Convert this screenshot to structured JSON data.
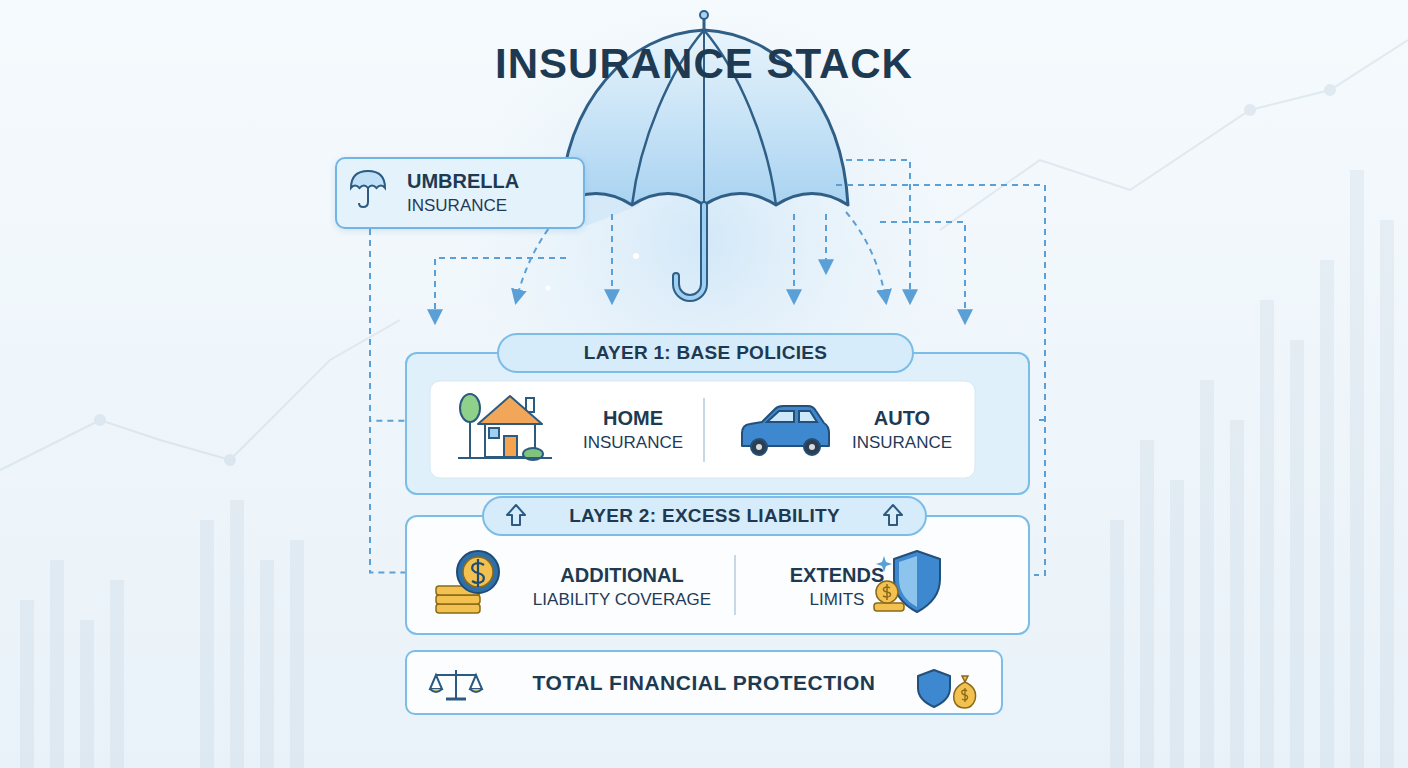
{
  "diagram": {
    "title": "INSURANCE STACK",
    "nodes": [
      {
        "text": [
          "UMBRELLA",
          "INSURANCE"
        ]
      },
      {
        "text": [
          "LAYER 1: BASE POLICIES"
        ]
      },
      {
        "text": [
          "HOME",
          "INSURANCE"
        ],
        "in": 1
      },
      {
        "text": [
          "AUTO",
          "INSURANCE"
        ],
        "in": 1
      },
      {
        "text": [
          "LAYER 2: EXCESS LIABILITY"
        ]
      },
      {
        "text": [
          "ADDITIONAL",
          "LIABILITY COVERAGE"
        ],
        "in": 4
      },
      {
        "text": [
          "EXTENDS",
          "LIMITS"
        ],
        "in": 4
      },
      {
        "text": [
          "TOTAL FINANCIAL PROTECTION"
        ]
      }
    ],
    "edges": [
      {
        "from": 0,
        "to": 1,
        "arrow": "none"
      },
      {
        "from": 0,
        "to": 4,
        "arrow": "none"
      }
    ]
  }
}
